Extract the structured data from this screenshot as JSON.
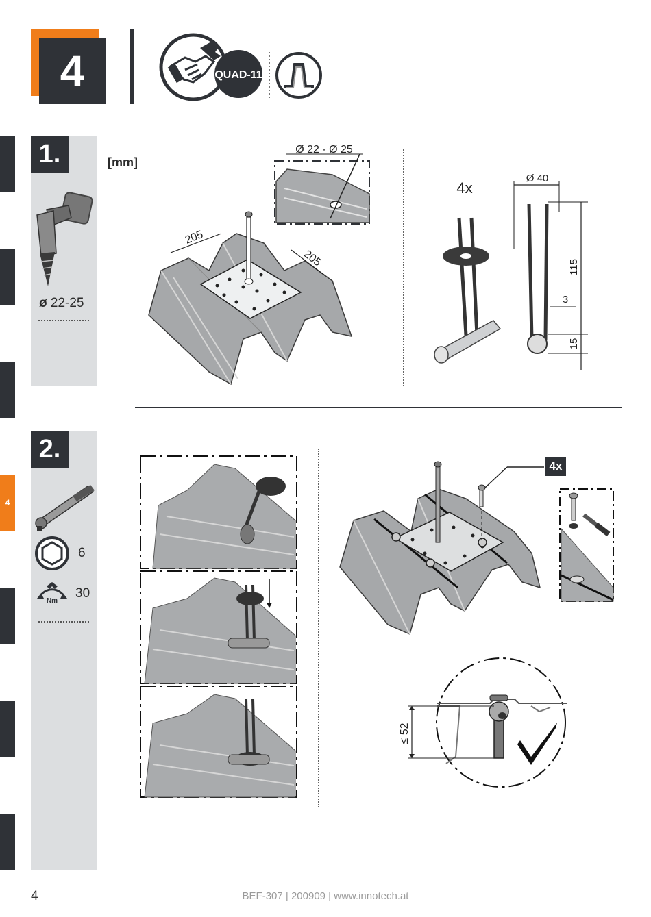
{
  "header": {
    "step_number": "4",
    "product_badge": "QUAD-11"
  },
  "left_tabs": {
    "active_label": "4"
  },
  "step1": {
    "number": "1.",
    "drill_label": "22-25",
    "unit_label": "[mm]",
    "hole_dim_label": "Ø 22 - Ø 25",
    "plate_dim_a": "205",
    "plate_dim_b": "205",
    "quantity_label": "4x",
    "washer_dim_label": "Ø 40",
    "hook_dim_height": "115",
    "hook_dim_gap": "3",
    "hook_dim_base": "15"
  },
  "step2": {
    "number": "2.",
    "socket_size": "6",
    "torque_unit": "Nm",
    "torque_value": "30",
    "quantity_badge": "4x",
    "height_limit": "≤ 52"
  },
  "footer": {
    "page_number": "4",
    "document_info": "BEF-307 | 200909 | www.innotech.at"
  }
}
